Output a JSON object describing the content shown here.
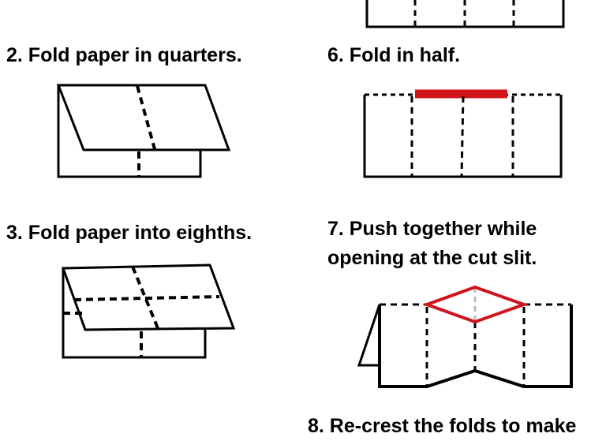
{
  "steps": [
    {
      "id": "step-2",
      "title": "2. Fold paper in quarters."
    },
    {
      "id": "step-6",
      "title": "6. Fold in half."
    },
    {
      "id": "step-3",
      "title": "3. Fold paper into eighths."
    },
    {
      "id": "step-7",
      "title": [
        "7. Push together while",
        "opening at the cut slit."
      ]
    },
    {
      "id": "step-8",
      "title": "8. Re-crest the folds to make"
    }
  ],
  "colors": {
    "line": "#000000",
    "highlight": "#d0141b",
    "faint": "#bbbbbb"
  }
}
